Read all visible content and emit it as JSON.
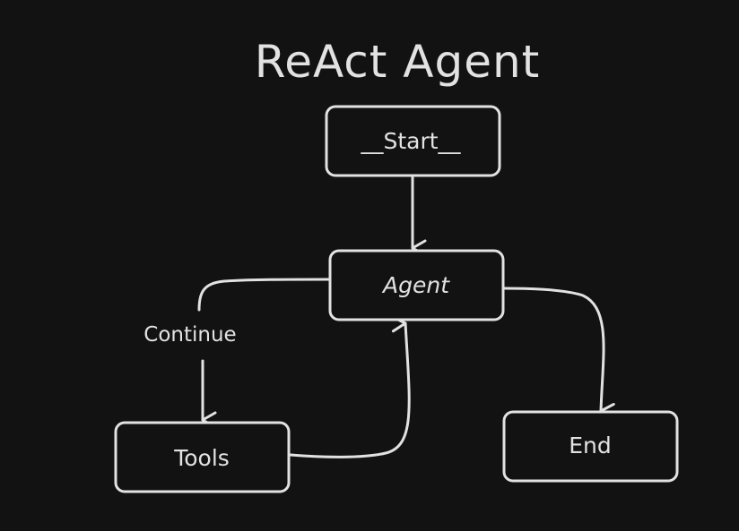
{
  "diagram": {
    "title": "ReAct Agent",
    "nodes": {
      "start": "__Start__",
      "agent": "Agent",
      "tools": "Tools",
      "end": "End"
    },
    "edges": {
      "continue_label": "Continue"
    },
    "colors": {
      "background": "#121212",
      "stroke": "#e2e2e2"
    }
  }
}
